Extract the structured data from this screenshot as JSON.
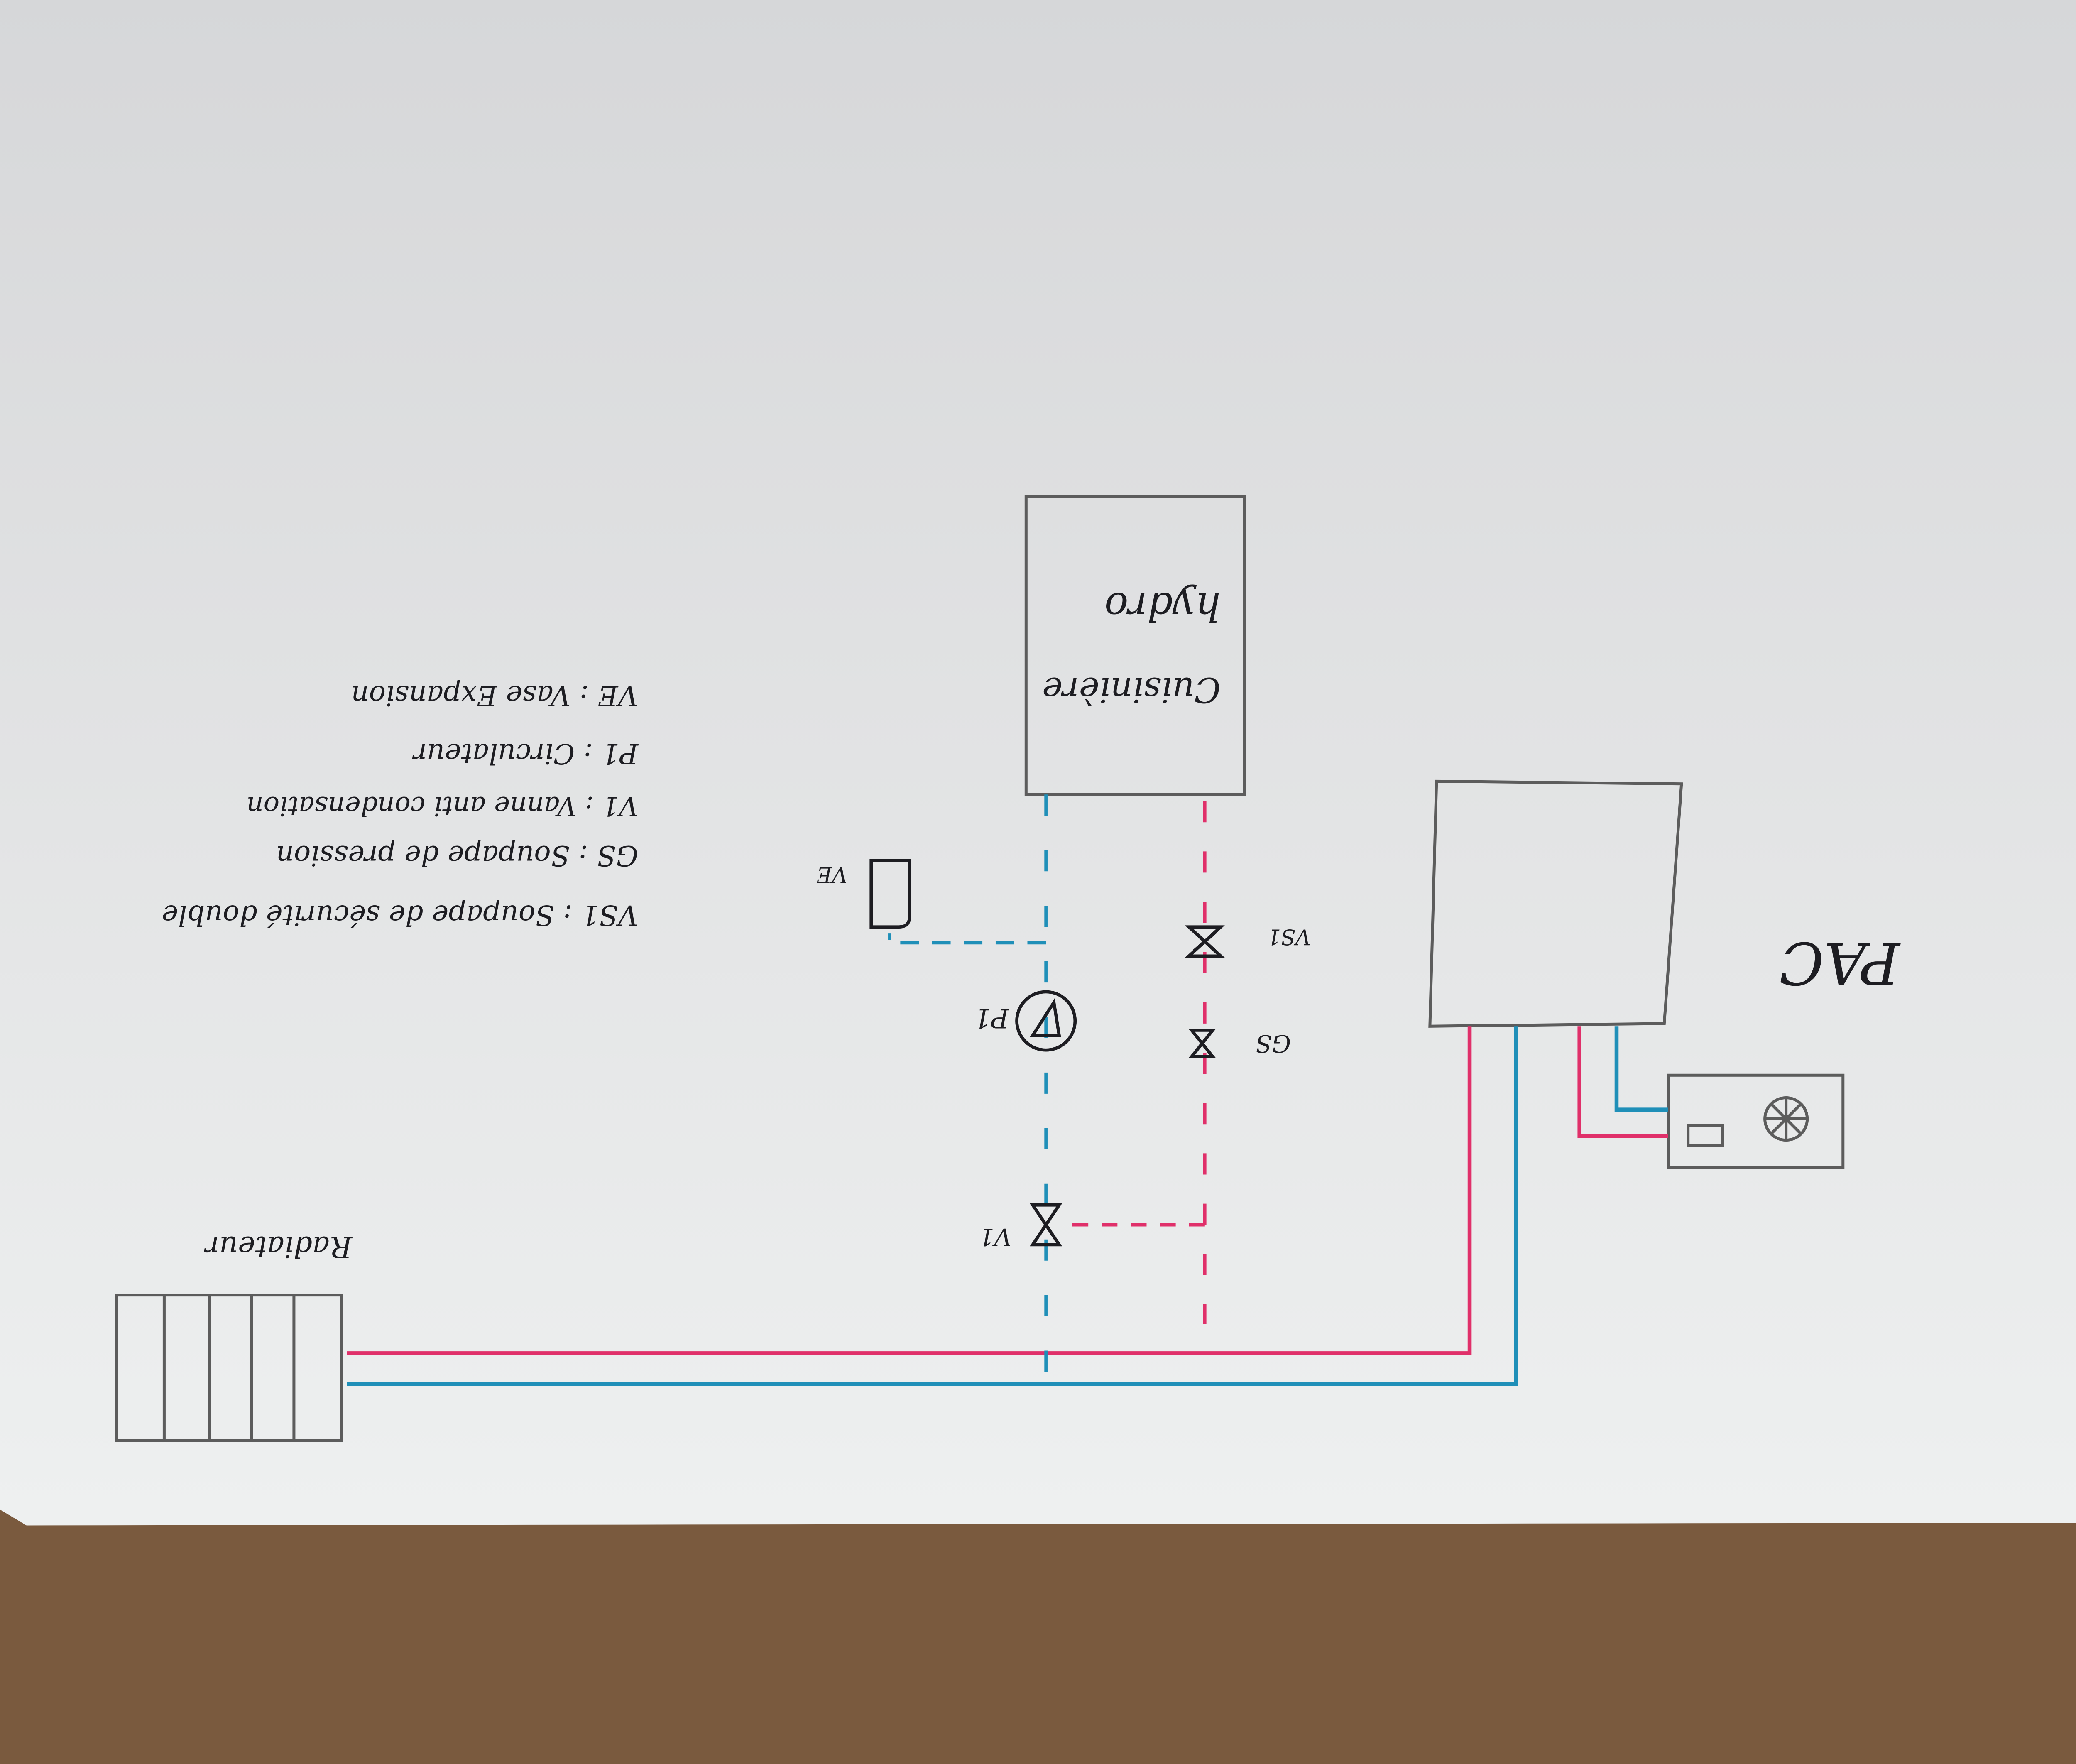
{
  "diagram": {
    "colors": {
      "hot_pipe": "#e0306a",
      "cold_pipe": "#1f8fb8",
      "pencil": "#5c5c5c",
      "ink": "#1d1d22"
    },
    "components": {
      "stove_line1": "Cuisinière",
      "stove_line2": "hydro",
      "heat_pump": "PAC",
      "radiator": "Radiateur",
      "vs1": "VS1",
      "gs": "GS",
      "p1": "P1",
      "v1": "V1",
      "ve": "VE"
    },
    "legend": [
      "VS1 : Soupape de sécurité double",
      "GS : Soupape de pression",
      "V1 : Vanne anti condensation",
      "P1 : Circulateur",
      "VE : Vase Expansion"
    ]
  }
}
